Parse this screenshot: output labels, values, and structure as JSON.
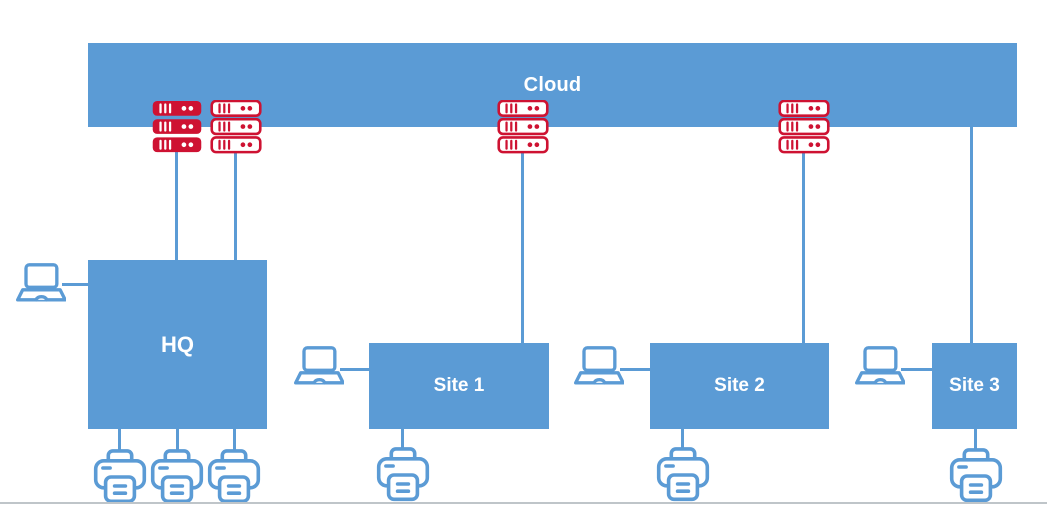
{
  "colors": {
    "blue": "#5B9BD5",
    "red": "#CE1232",
    "label": "#FFFFFF",
    "divider": "#BFC5C9",
    "background": "#FFFFFF"
  },
  "nodes": {
    "cloud": {
      "label": "Cloud",
      "type": "zone",
      "server_racks": 2
    },
    "hq": {
      "label": "HQ",
      "type": "site-box",
      "server_racks": 2,
      "laptops": 1,
      "printers": 3
    },
    "site1": {
      "label": "Site 1",
      "type": "site-box",
      "laptops": 1,
      "printers": 1
    },
    "site2": {
      "label": "Site 2",
      "type": "site-box",
      "laptops": 1,
      "printers": 1
    },
    "site3": {
      "label": "Site 3",
      "type": "site-box",
      "laptops": 1,
      "printers": 1
    }
  },
  "icons": {
    "server_solid": "server-rack-solid-icon",
    "server_outline": "server-rack-outline-icon",
    "laptop": "laptop-icon",
    "printer": "printer-icon"
  },
  "connections": [
    "hq-server-rack-solid → hq",
    "hq-server-rack-outline → hq",
    "cloud-server-rack-1 → site1",
    "cloud-server-rack-2 → site2",
    "cloud → site3",
    "laptop-hq → hq",
    "laptop-site1 → site1",
    "laptop-site2 → site2",
    "laptop-site3 → site3",
    "hq → printer-1",
    "hq → printer-2",
    "hq → printer-3",
    "site1 → printer",
    "site2 → printer",
    "site3 → printer"
  ]
}
